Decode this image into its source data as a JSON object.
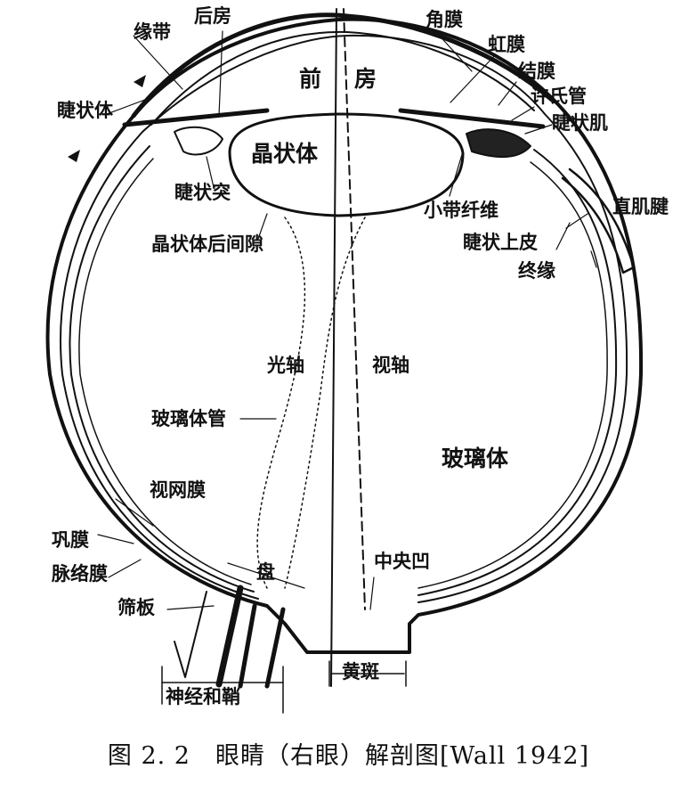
{
  "labels": {
    "houfang": "后房",
    "yuandai": "缘带",
    "jiaomo": "角膜",
    "hongmo": "虹膜",
    "jiemo": "结膜",
    "xushiguan": "许氏管",
    "jiezhuangji": "睫状肌",
    "jiezhuangti": "睫状体",
    "qian": "前",
    "fang": "房",
    "jingzhuangti": "晶状体",
    "jiezhuangtu": "睫状突",
    "xiaodaixianwei": "小带纤维",
    "zhijijian": "直肌腱",
    "jingzhuangtihoujianxi": "晶状体后间隙",
    "jiezhuangshangpi": "睫状上皮",
    "zhongyuan": "终缘",
    "guangzhou": "光轴",
    "shizhou": "视轴",
    "bolitiguan": "玻璃体管",
    "boliti": "玻璃体",
    "shiwangmo": "视网膜",
    "gongmo": "巩膜",
    "maiLuomo": "脉络膜",
    "zhongyangao": "中央凹",
    "pan": "盘",
    "shaiban": "筛板",
    "huangban": "黄斑",
    "shenjingheqiao": "神经和鞘"
  },
  "caption": "图 2. 2　眼睛（右眼）解剖图[Wall 1942]"
}
